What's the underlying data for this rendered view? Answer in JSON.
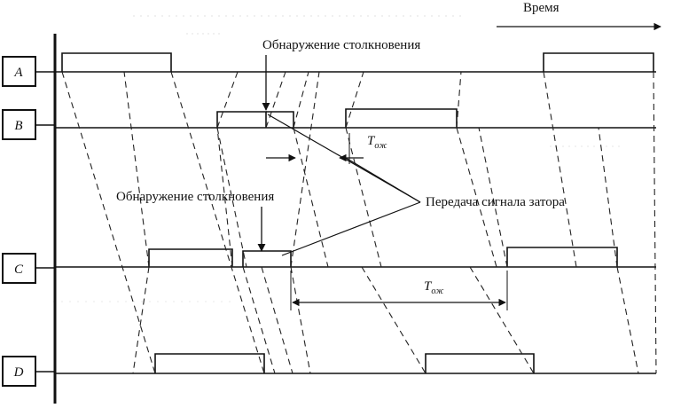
{
  "time_label": "Время",
  "stations": [
    {
      "id": "A",
      "label": "A"
    },
    {
      "id": "B",
      "label": "B"
    },
    {
      "id": "C",
      "label": "C"
    },
    {
      "id": "D",
      "label": "D"
    }
  ],
  "annotations": {
    "collision_top": "Обнаружение столкновения",
    "collision_mid": "Обнаружение столкновения",
    "jam_signal": "Передача сигнала затора",
    "wait_time_main": "T",
    "wait_time_sub": "ож"
  }
}
